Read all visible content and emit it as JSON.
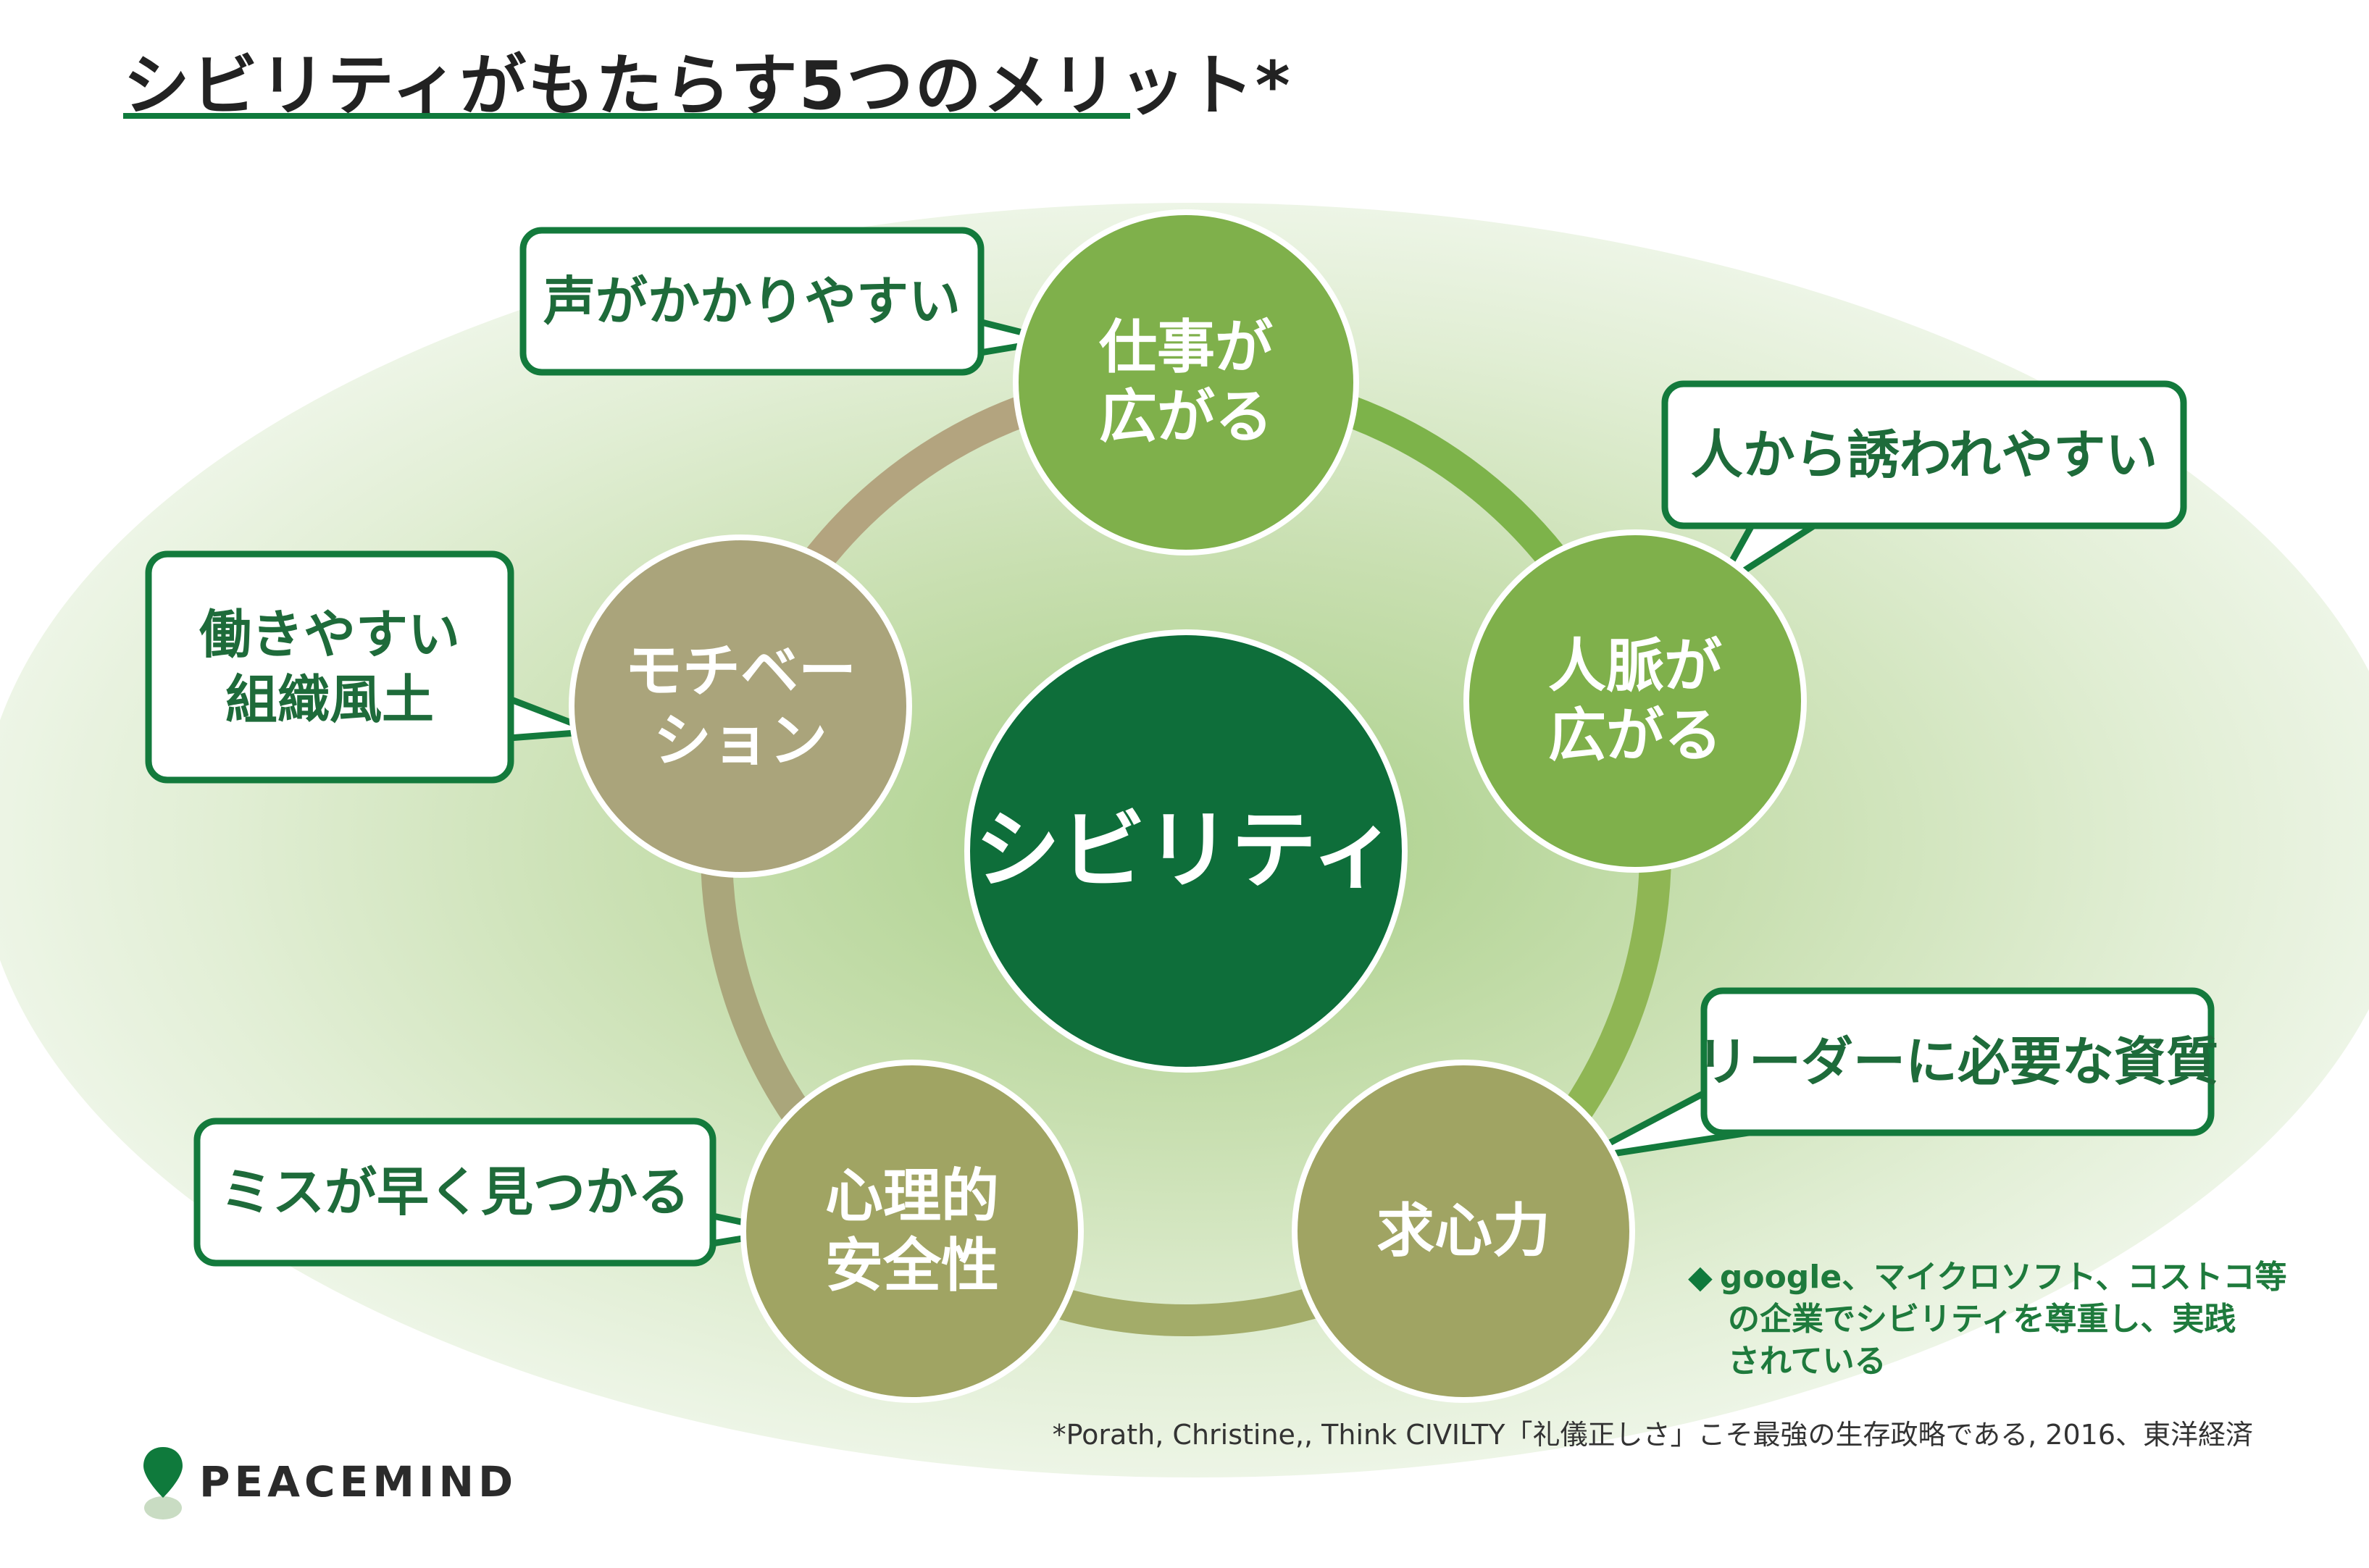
{
  "title": "シビリティがもたらす5つのメリット*",
  "colors": {
    "accent": "#0f7a3c",
    "center": "#0e6e3a",
    "green_circle": "#7fb04b",
    "olive_circle": "#a0a463",
    "khaki_circle": "#aaa47b",
    "bubble_border": "#137a3c"
  },
  "center_label": "シビリティ",
  "circles": [
    {
      "lines": [
        "仕事が",
        "広がる"
      ]
    },
    {
      "lines": [
        "人脈が",
        "広がる"
      ]
    },
    {
      "lines": [
        "求心力"
      ]
    },
    {
      "lines": [
        "心理的",
        "安全性"
      ]
    },
    {
      "lines": [
        "モチベー",
        "ション"
      ]
    }
  ],
  "bubbles": [
    {
      "lines": [
        "声がかかりやすい"
      ]
    },
    {
      "lines": [
        "人から誘われやすい"
      ]
    },
    {
      "lines": [
        "リーダーに必要な資質"
      ]
    },
    {
      "lines": [
        "ミスが早く見つかる"
      ]
    },
    {
      "lines": [
        "働きやすい",
        "組織風土"
      ]
    }
  ],
  "note": {
    "bullet_icon": "diamond-icon",
    "line1": "google、マイクロソフト、コストコ等",
    "line2": "の企業でシビリティを尊重し、実践",
    "line3": "されている"
  },
  "footnote": "*Porath, Christine,, Think CIVILTY「礼儀正しさ」こそ最強の生存政略である, 2016、東洋経済",
  "logo": {
    "text": "PEACEMIND",
    "icon": "map-pin-icon"
  }
}
